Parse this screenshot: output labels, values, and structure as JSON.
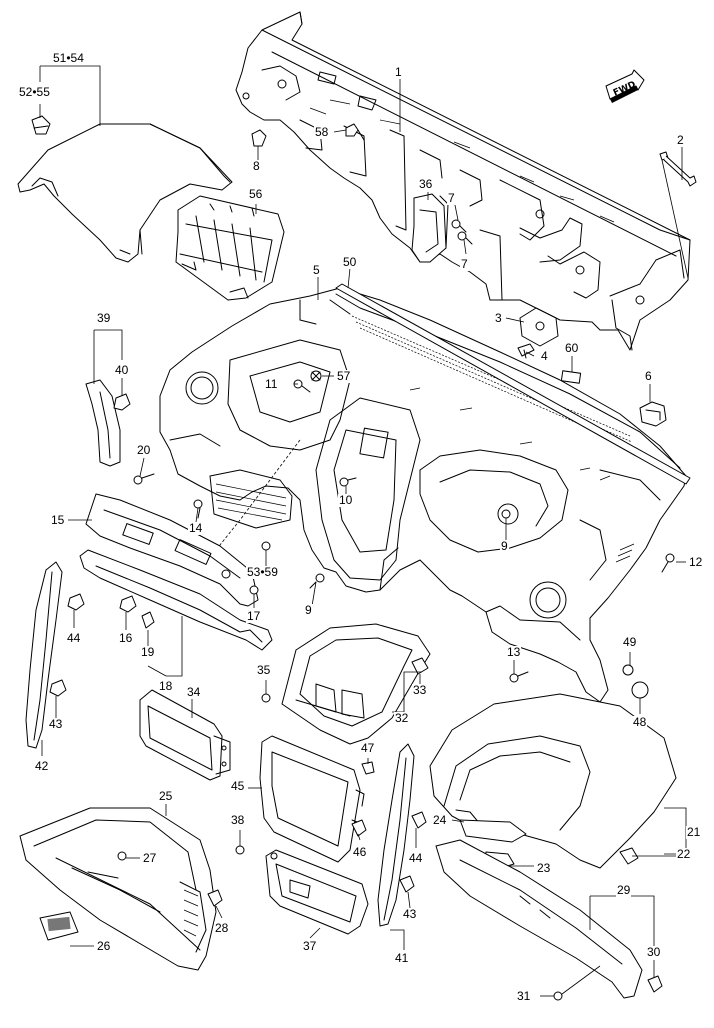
{
  "fwd_mark": "FWD",
  "callouts": [
    {
      "id": "1",
      "text": "1"
    },
    {
      "id": "2",
      "text": "2"
    },
    {
      "id": "3",
      "text": "3"
    },
    {
      "id": "4",
      "text": "4"
    },
    {
      "id": "5",
      "text": "5"
    },
    {
      "id": "6",
      "text": "6"
    },
    {
      "id": "7a",
      "text": "7"
    },
    {
      "id": "7b",
      "text": "7"
    },
    {
      "id": "8",
      "text": "8"
    },
    {
      "id": "9a",
      "text": "9"
    },
    {
      "id": "9b",
      "text": "9"
    },
    {
      "id": "10",
      "text": "10"
    },
    {
      "id": "11",
      "text": "11"
    },
    {
      "id": "12",
      "text": "12"
    },
    {
      "id": "13",
      "text": "13"
    },
    {
      "id": "14",
      "text": "14"
    },
    {
      "id": "15",
      "text": "15"
    },
    {
      "id": "16",
      "text": "16"
    },
    {
      "id": "17",
      "text": "17"
    },
    {
      "id": "18",
      "text": "18"
    },
    {
      "id": "19",
      "text": "19"
    },
    {
      "id": "20",
      "text": "20"
    },
    {
      "id": "21",
      "text": "21"
    },
    {
      "id": "22",
      "text": "22"
    },
    {
      "id": "23",
      "text": "23"
    },
    {
      "id": "24",
      "text": "24"
    },
    {
      "id": "25",
      "text": "25"
    },
    {
      "id": "26",
      "text": "26"
    },
    {
      "id": "27",
      "text": "27"
    },
    {
      "id": "28",
      "text": "28"
    },
    {
      "id": "29",
      "text": "29"
    },
    {
      "id": "30",
      "text": "30"
    },
    {
      "id": "31",
      "text": "31"
    },
    {
      "id": "32",
      "text": "32"
    },
    {
      "id": "33",
      "text": "33"
    },
    {
      "id": "34",
      "text": "34"
    },
    {
      "id": "35",
      "text": "35"
    },
    {
      "id": "36",
      "text": "36"
    },
    {
      "id": "37",
      "text": "37"
    },
    {
      "id": "38",
      "text": "38"
    },
    {
      "id": "39",
      "text": "39"
    },
    {
      "id": "40",
      "text": "40"
    },
    {
      "id": "41",
      "text": "41"
    },
    {
      "id": "42",
      "text": "42"
    },
    {
      "id": "43a",
      "text": "43"
    },
    {
      "id": "43b",
      "text": "43"
    },
    {
      "id": "44a",
      "text": "44"
    },
    {
      "id": "44b",
      "text": "44"
    },
    {
      "id": "45",
      "text": "45"
    },
    {
      "id": "46",
      "text": "46"
    },
    {
      "id": "47",
      "text": "47"
    },
    {
      "id": "48",
      "text": "48"
    },
    {
      "id": "49",
      "text": "49"
    },
    {
      "id": "50",
      "text": "50"
    },
    {
      "id": "51_54",
      "text": "51•54"
    },
    {
      "id": "52_55",
      "text": "52•55"
    },
    {
      "id": "53_59",
      "text": "53•59"
    },
    {
      "id": "56",
      "text": "56"
    },
    {
      "id": "57",
      "text": "57"
    },
    {
      "id": "58",
      "text": "58"
    },
    {
      "id": "60",
      "text": "60"
    }
  ]
}
